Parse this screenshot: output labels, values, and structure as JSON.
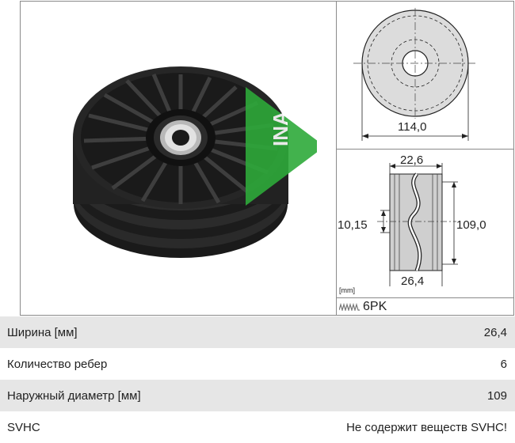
{
  "drawing": {
    "dim_outer_diameter": "114,0",
    "dim_top_width": "22,6",
    "dim_bore": "10,15",
    "dim_height": "109,0",
    "dim_bottom_width": "26,4",
    "units": "[mm]",
    "ribs_label": "6PK",
    "logo_text": "INA"
  },
  "specs": [
    {
      "label": "Ширина [мм]",
      "value": "26,4"
    },
    {
      "label": "Количество ребер",
      "value": "6"
    },
    {
      "label": "Наружный диаметр [мм]",
      "value": "109"
    },
    {
      "label": "SVHC",
      "value": "Не содержит веществ SVHC!"
    }
  ]
}
